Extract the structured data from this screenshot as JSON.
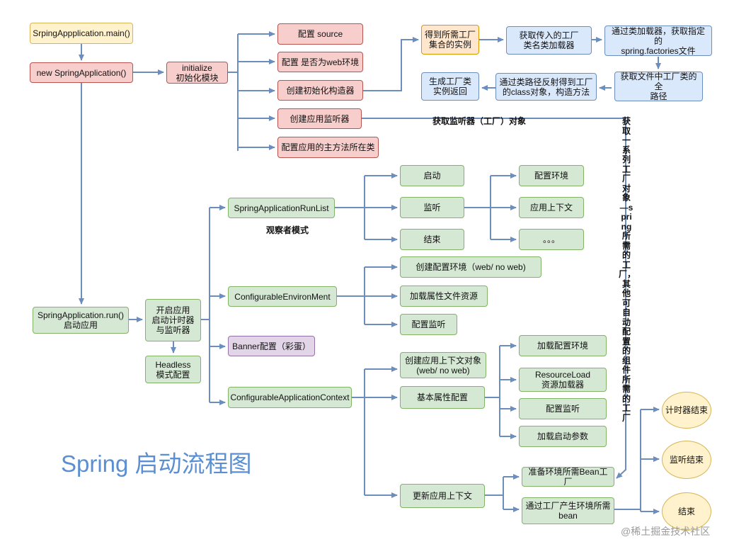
{
  "title": "Spring 启动流程图",
  "watermark": "@稀土掘金技术社区",
  "edge_labels": {
    "get_listener": "获取监听器（工厂）对象",
    "observer": "观察者模式",
    "vertical_note": "获取一系列工厂对象—spring所需的工厂，其他可自动配置的组件所需的工厂"
  },
  "nodes": {
    "main": "SrpingAppplication.main()",
    "new_app": "new SpringApplication()",
    "initialize": "initialize\n初始化模块",
    "config_source": "配置 source",
    "config_web": "配置 是否为web环境",
    "create_init": "创建初始化构造器",
    "create_listener": "创建应用监听器",
    "config_main": "配置应用的主方法所在类",
    "get_factory_set": "得到所需工厂\n集合的实例",
    "get_factory_names": "获取传入的工厂\n类名类加载器",
    "loader_factories": "通过类加载器，获取指定的\nspring.factories文件",
    "get_all_paths": "获取文件中工厂类的全\n路径",
    "reflect_class": "通过类路径反射得到工厂\n的class对象，构造方法",
    "gen_instance": "生成工厂类\n实例返回",
    "run": "SpringApplication.run()\n启动应用",
    "start_timer": "开启应用\n启动计时器\n与监听器",
    "headless": "Headless\n模式配置",
    "run_list": "SpringApplicationRunList",
    "start": "启动",
    "listen": "监听",
    "end": "结束",
    "config_env": "配置环境",
    "app_context": "应用上下文",
    "dots": "。。。",
    "configurable_env": "ConfigurableEnvironMent",
    "create_env": "创建配置环境（web/ no web)",
    "load_props": "加载属性文件资源",
    "config_listen": "配置监听",
    "banner": "Banner配置（彩蛋）",
    "configurable_ctx": "ConfigurableApplicationContext",
    "create_ctx": "创建应用上下文对象\n(web/ no web)",
    "basic_props": "基本属性配置",
    "load_env": "加载配置环境",
    "resource_load": "ResourceLoad\n资源加载器",
    "config_listen2": "配置监听",
    "load_args": "加载启动参数",
    "refresh_ctx": "更新应用上下文",
    "prepare_bean_factory": "准备环境所需Bean工厂",
    "produce_bean": "通过工厂产生环境所需\nbean",
    "timer_end": "计时器结束",
    "listen_end": "监听结束",
    "finish": "结束"
  },
  "colors": {
    "line": "#6c8ebf",
    "yellow": "#fff2cc",
    "red": "#f8cecc",
    "orange": "#ffe6cc",
    "blue": "#dae8fc",
    "green": "#d5e8d4",
    "purple": "#e1d5e7",
    "title": "#5b8fd1"
  }
}
